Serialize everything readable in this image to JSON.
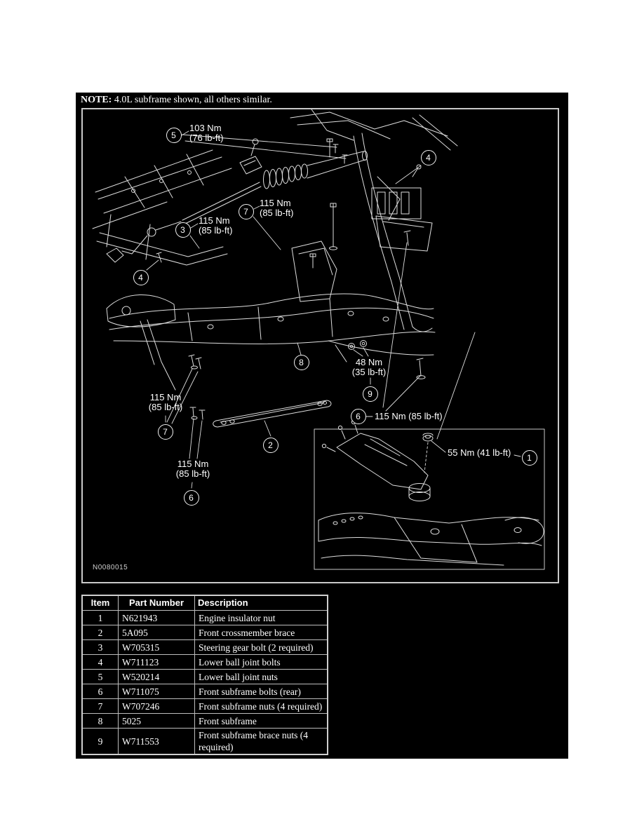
{
  "note": {
    "label": "NOTE:",
    "text": " 4.0L subframe shown, all others similar."
  },
  "figure": {
    "code": "N0080015",
    "callouts": [
      "5",
      "4",
      "7",
      "3",
      "4",
      "8",
      "9",
      "6",
      "7",
      "2",
      "6",
      "1"
    ],
    "labels": [
      {
        "l1": "103 Nm",
        "l2": "(76 lb-ft)"
      },
      {
        "l1": "115 Nm",
        "l2": "(85 lb-ft)"
      },
      {
        "l1": "115 Nm",
        "l2": "(85 lb-ft)"
      },
      {
        "l1": "48 Nm",
        "l2": "(35 lb-ft)"
      },
      {
        "l1": "115 Nm (85 lb-ft)"
      },
      {
        "l1": "115 Nm",
        "l2": "(85 lb-ft)"
      },
      {
        "l1": "115 Nm",
        "l2": "(85 lb-ft)"
      },
      {
        "l1": "55 Nm (41 lb-ft)"
      }
    ]
  },
  "table": {
    "headers": [
      "Item",
      "Part Number",
      "Description"
    ],
    "rows": [
      {
        "item": "1",
        "part": "N621943",
        "desc": "Engine insulator nut"
      },
      {
        "item": "2",
        "part": "5A095",
        "desc": "Front crossmember brace"
      },
      {
        "item": "3",
        "part": "W705315",
        "desc": "Steering gear bolt (2 required)"
      },
      {
        "item": "4",
        "part": "W711123",
        "desc": "Lower ball joint bolts"
      },
      {
        "item": "5",
        "part": "W520214",
        "desc": "Lower ball joint nuts"
      },
      {
        "item": "6",
        "part": "W711075",
        "desc": "Front subframe bolts (rear)"
      },
      {
        "item": "7",
        "part": "W707246",
        "desc": "Front subframe nuts (4 required)"
      },
      {
        "item": "8",
        "part": "5025",
        "desc": "Front subframe"
      },
      {
        "item": "9",
        "part": "W711553",
        "desc": "Front subframe brace nuts (4 required)"
      }
    ]
  },
  "colors": {
    "page_bg": "#ffffff",
    "panel_bg": "#000000",
    "ink": "#ffffff",
    "art_line": "#dedede",
    "frame_border": "#c9c9c9"
  }
}
